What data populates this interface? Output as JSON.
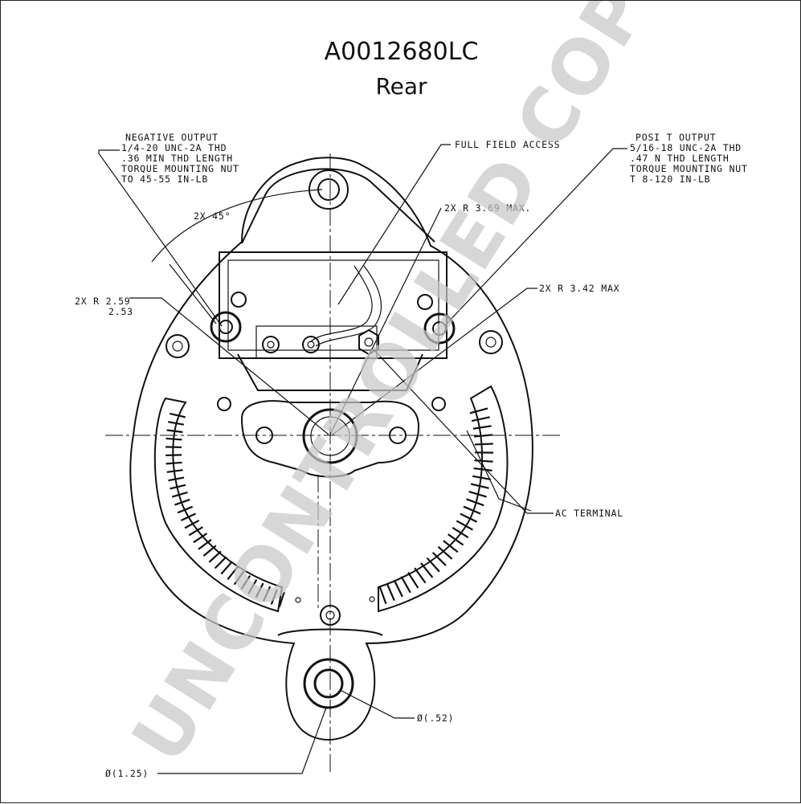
{
  "title": "A0012680LC",
  "subtitle": "Rear",
  "callouts": {
    "negative_output": [
      "NEGATIVE OUTPUT",
      "1/4-20 UNC-2A THD",
      ".36 MIN THD LENGTH",
      "TORQUE MOUNTING NUT",
      "TO 45-55 IN-LB"
    ],
    "full_field_access": "FULL FIELD ACCESS",
    "positive_output": [
      "POSI   T OUTPUT",
      "5/16-18 UNC-2A THD",
      ".47   N THD LENGTH",
      "TORQUE MOUNTING NUT",
      "T   8-120 IN-LB"
    ],
    "radius_369": "2X R 3.69 MAX.",
    "angle_45": "2X 45°",
    "radius_259": [
      "2X R 2.59",
      "2.53"
    ],
    "radius_342": "2X R 3.42 MAX",
    "ac_terminal": "AC TERMINAL",
    "dia_052": "Ø(.52)",
    "dia_125": "Ø(1.25)"
  },
  "watermark": "UNCONTROLLED COPY",
  "colors": {
    "ink": "#111111",
    "watermark": "#c8c8c8",
    "background": "#ffffff"
  }
}
